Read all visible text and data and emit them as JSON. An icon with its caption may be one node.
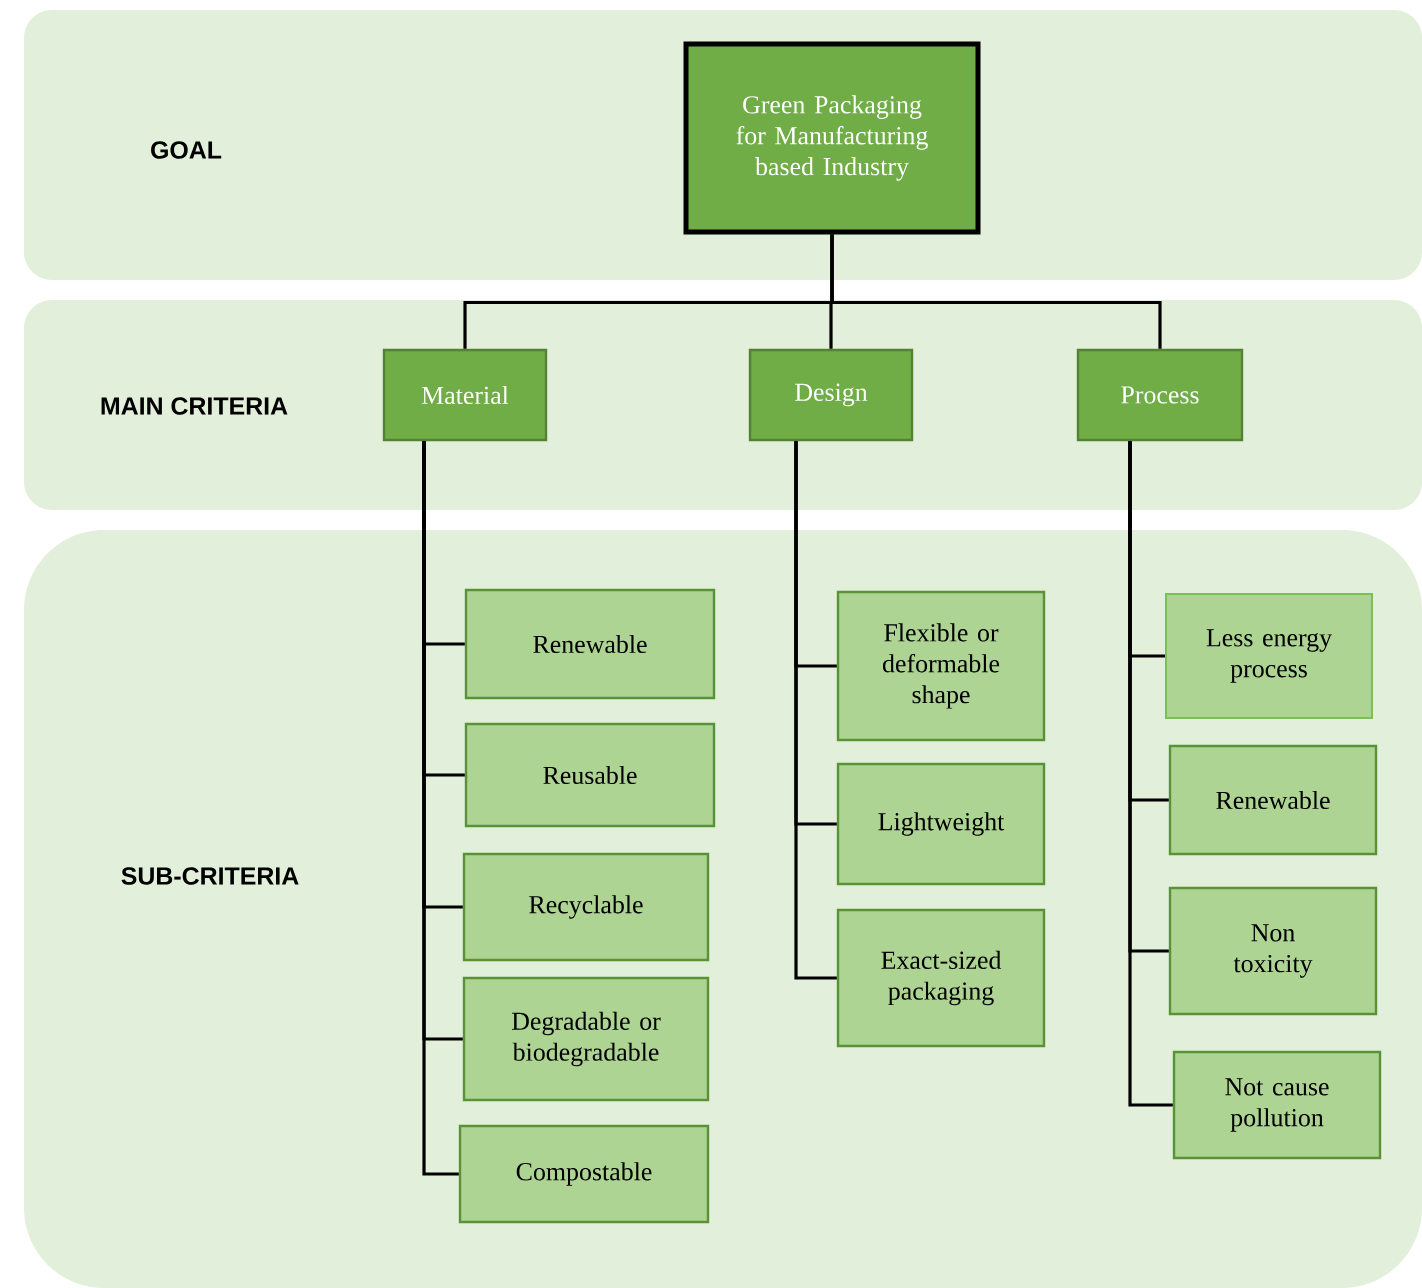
{
  "diagram": {
    "nodes": [
      {
        "text": [
          "GOAL"
        ]
      },
      {
        "text": [
          "Green Packaging for Manufacturing based Industry"
        ],
        "in": 0
      },
      {
        "text": [
          "MAIN CRITERIA"
        ]
      },
      {
        "text": [
          "Material"
        ],
        "in": 2
      },
      {
        "text": [
          "Design"
        ],
        "in": 2
      },
      {
        "text": [
          "Process"
        ],
        "in": 2
      },
      {
        "text": [
          "SUB-CRITERIA"
        ]
      },
      {
        "text": [
          "Renewable"
        ],
        "in": 6
      },
      {
        "text": [
          "Reusable"
        ],
        "in": 6
      },
      {
        "text": [
          "Recyclable"
        ],
        "in": 6
      },
      {
        "text": [
          "Degradable or biodegradable"
        ],
        "in": 6
      },
      {
        "text": [
          "Compostable"
        ],
        "in": 6
      },
      {
        "text": [
          "Flexible or deformable shape"
        ],
        "in": 6
      },
      {
        "text": [
          "Lightweight"
        ],
        "in": 6
      },
      {
        "text": [
          "Exact-sized packaging"
        ],
        "in": 6
      },
      {
        "text": [
          "Less energy process"
        ],
        "in": 6
      },
      {
        "text": [
          "Renewable"
        ],
        "in": 6
      },
      {
        "text": [
          "Non toxicity"
        ],
        "in": 6
      },
      {
        "text": [
          "Not cause pollution"
        ],
        "in": 6
      }
    ],
    "edges": [
      {
        "from": 1,
        "to": 3,
        "arrow": "none"
      },
      {
        "from": 1,
        "to": 4,
        "arrow": "none"
      },
      {
        "from": 1,
        "to": 5,
        "arrow": "none"
      },
      {
        "from": 3,
        "to": 7,
        "arrow": "none"
      },
      {
        "from": 3,
        "to": 8,
        "arrow": "none"
      },
      {
        "from": 3,
        "to": 9,
        "arrow": "none"
      },
      {
        "from": 3,
        "to": 10,
        "arrow": "none"
      },
      {
        "from": 3,
        "to": 11,
        "arrow": "none"
      },
      {
        "from": 4,
        "to": 12,
        "arrow": "none"
      },
      {
        "from": 4,
        "to": 13,
        "arrow": "none"
      },
      {
        "from": 4,
        "to": 14,
        "arrow": "none"
      },
      {
        "from": 5,
        "to": 15,
        "arrow": "none"
      },
      {
        "from": 5,
        "to": 16,
        "arrow": "none"
      },
      {
        "from": 5,
        "to": 17,
        "arrow": "none"
      },
      {
        "from": 5,
        "to": 18,
        "arrow": "none"
      }
    ]
  }
}
